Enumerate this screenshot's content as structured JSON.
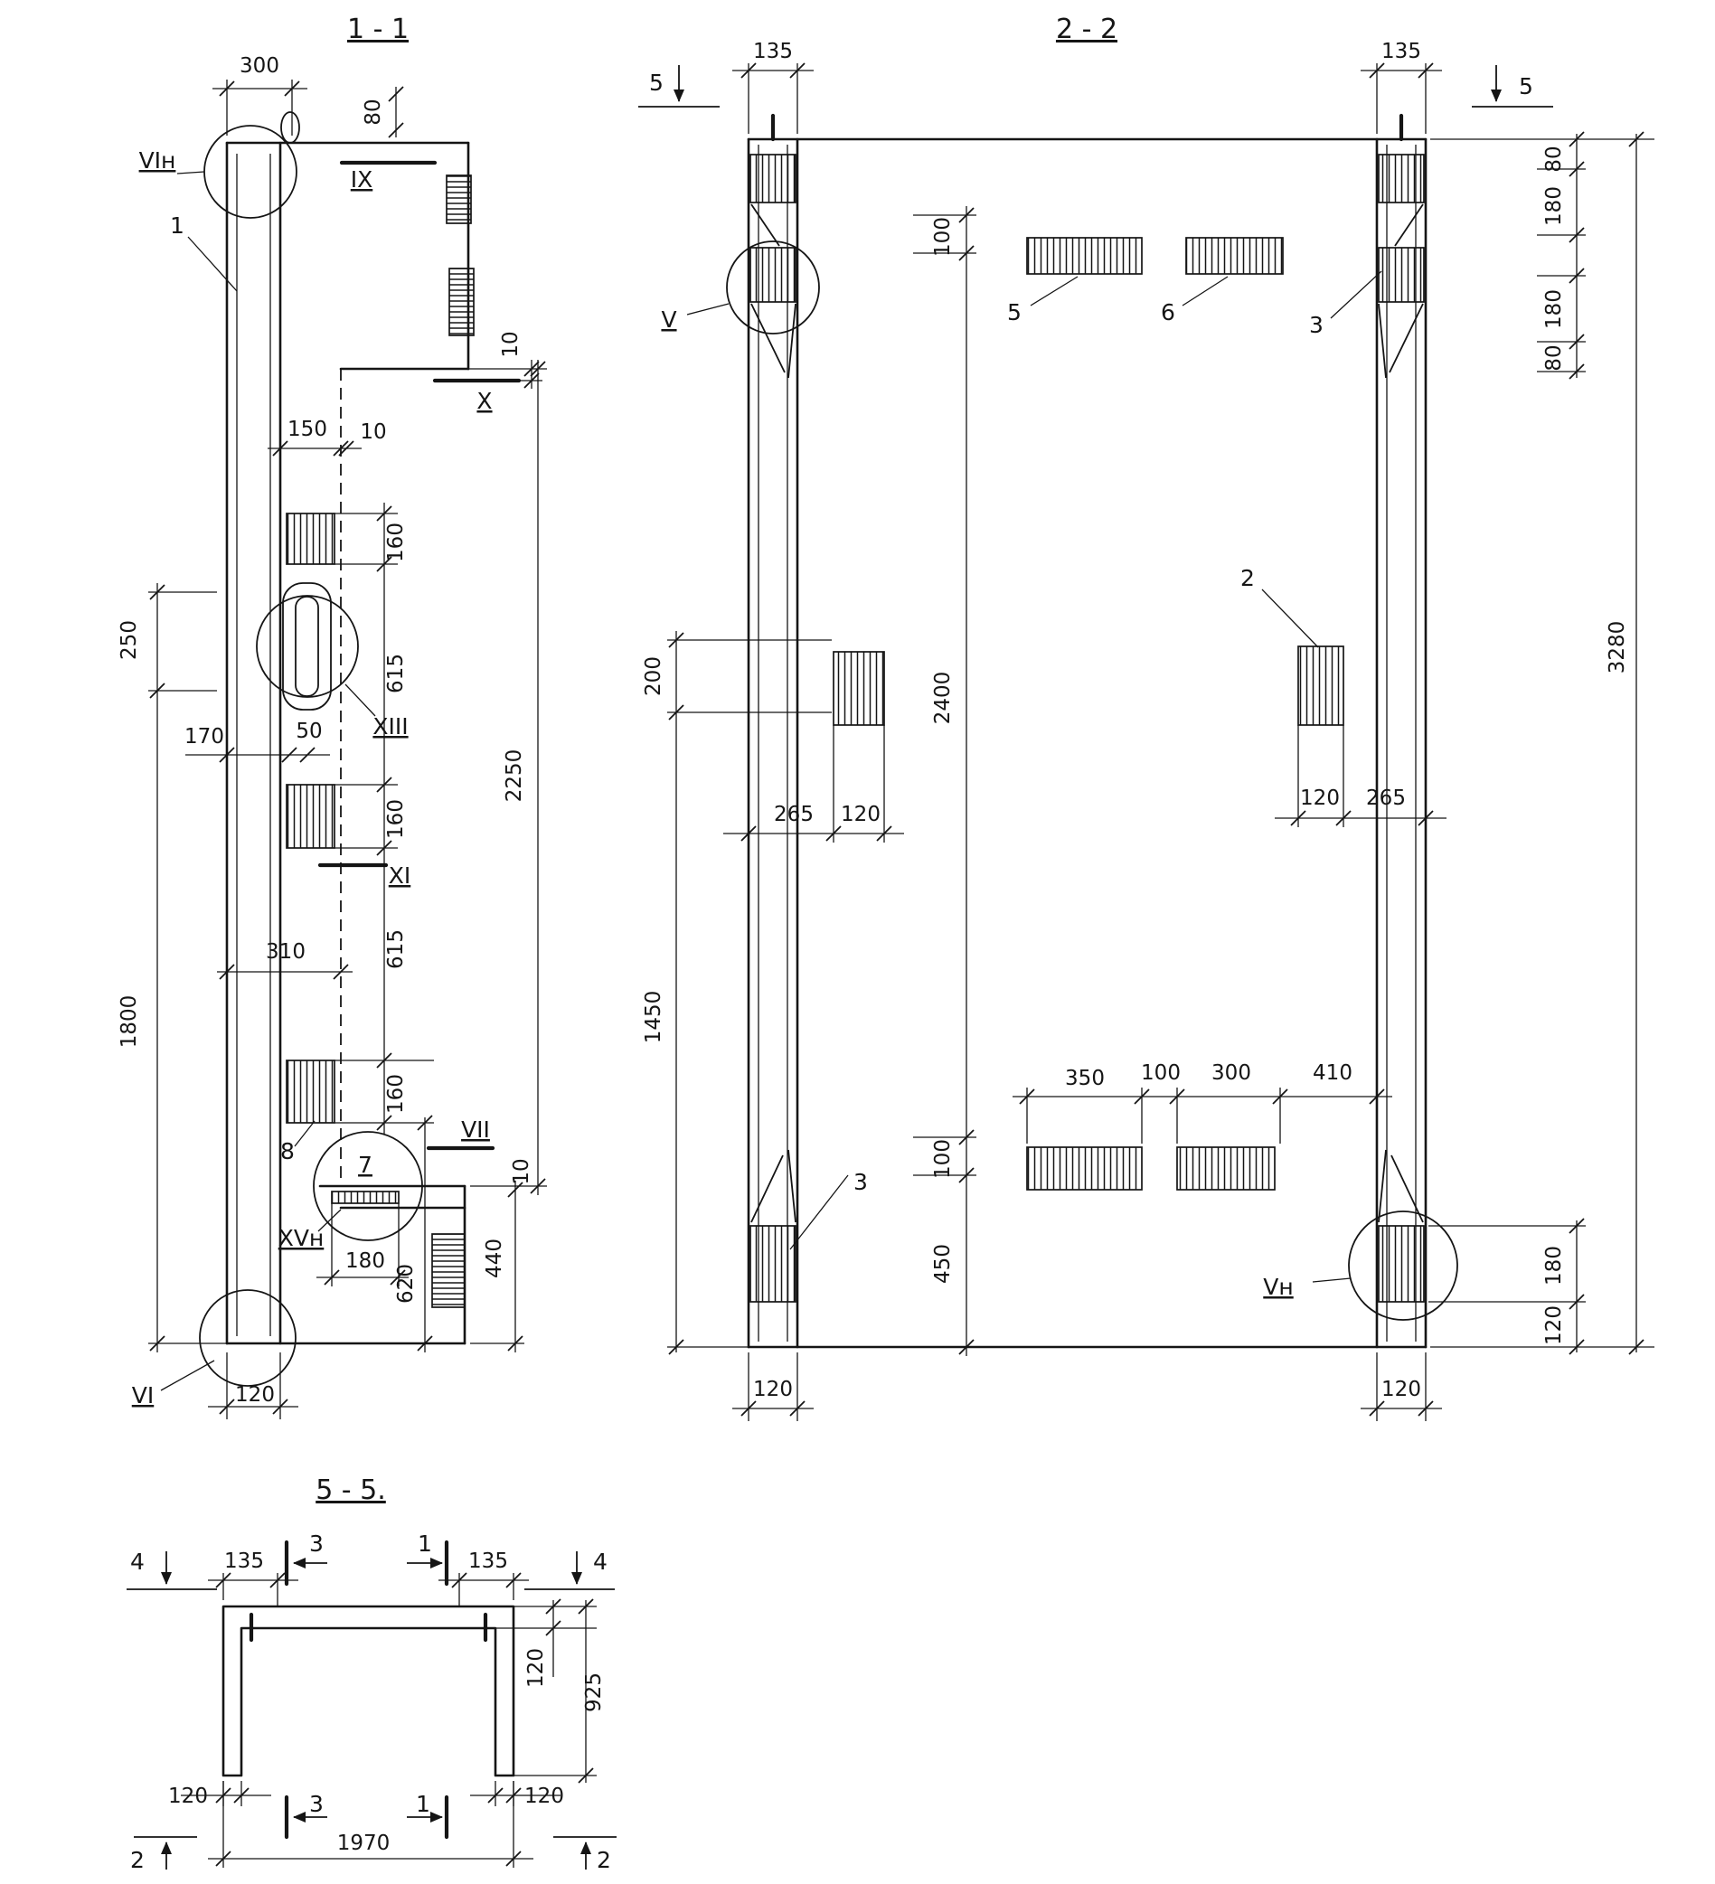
{
  "drawing": {
    "ink": "#151515",
    "background": "#ffffff"
  },
  "s11": {
    "title": "1 - 1",
    "d300": "300",
    "d80": "80",
    "vin": "VIн",
    "ix": "IX",
    "n1": "1",
    "d10a": "10",
    "x": "X",
    "d150": "150",
    "d10b": "10",
    "d160a": "160",
    "d250": "250",
    "d615a": "615",
    "d170": "170",
    "d50": "50",
    "xiii": "XIII",
    "d2250": "2250",
    "d160b": "160",
    "xi": "XI",
    "d615b": "615",
    "d310": "310",
    "d1800": "1800",
    "d160c": "160",
    "n8": "8",
    "n7": "7",
    "vii": "VII",
    "d10c": "10",
    "xvn": "XVн",
    "d180": "180",
    "d440": "440",
    "d620": "620",
    "vi": "VI",
    "d120": "120"
  },
  "s22": {
    "title": "2 - 2",
    "m5a": "5",
    "d135a": "135",
    "d135b": "135",
    "m5b": "5",
    "d80a": "80",
    "d180a": "180",
    "d100a": "100",
    "l5": "5",
    "l6": "6",
    "l3a": "3",
    "d180b": "180",
    "d80b": "80",
    "lv": "V",
    "d3280": "3280",
    "l2": "2",
    "d200": "200",
    "d2400": "2400",
    "d265a": "265",
    "d120a": "120",
    "d120b": "120",
    "d265b": "265",
    "d1450": "1450",
    "d350": "350",
    "d100b": "100",
    "d300": "300",
    "d410": "410",
    "d100c": "100",
    "l3b": "3",
    "d450": "450",
    "lvn": "Vн",
    "d180c": "180",
    "d120c": "120",
    "d120d": "120",
    "d120e": "120"
  },
  "s55": {
    "title": "5 - 5.",
    "m4a": "4",
    "d135a": "135",
    "m3a": "3",
    "m1a": "1",
    "d135b": "135",
    "m4b": "4",
    "d120a": "120",
    "d925": "925",
    "d120b": "120",
    "m3b": "3",
    "m1b": "1",
    "d120c": "120",
    "d1970": "1970",
    "m2a": "2",
    "m2b": "2"
  }
}
